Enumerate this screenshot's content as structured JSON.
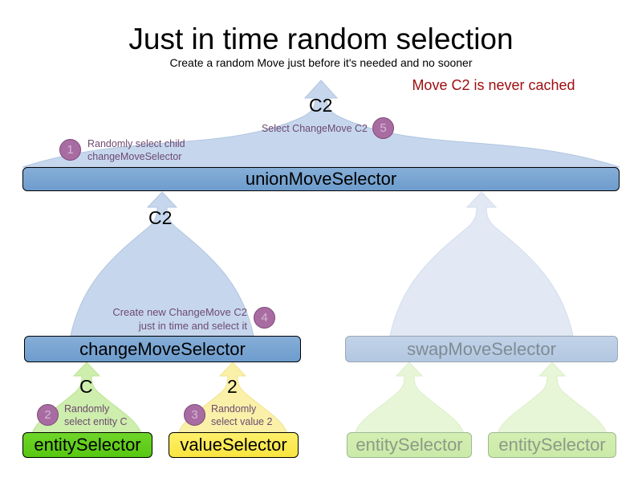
{
  "header": {
    "title": "Just in time random selection",
    "subtitle": "Create a random Move just before it's needed and no sooner",
    "warning": "Move C2 is never cached",
    "warning_color": "#a00d11"
  },
  "colors": {
    "hood_blue": "#c6d7ed",
    "bar_blue": "#7da7d4",
    "hood_green": "#cdeeac",
    "bar_green": "#63d420",
    "hood_yellow": "#faf0a8",
    "bar_yellow": "#fbe94e",
    "faded_hood_blue": "#e2e9f4",
    "faded_bar_blue": "#b8cbe3",
    "faded_hood_green": "#e7f6d7",
    "faded_bar_green": "#cfeeb0",
    "step_circle": "#a86ca3",
    "step_circle_border": "#7d4a78",
    "note_text": "#6e4a70"
  },
  "nodes": {
    "union": {
      "label": "unionMoveSelector",
      "hood_label": "C2",
      "faded": false
    },
    "change": {
      "label": "changeMoveSelector",
      "hood_label": "C2",
      "faded": false
    },
    "swap": {
      "label": "swapMoveSelector",
      "hood_label": "",
      "faded": true
    },
    "entity": {
      "label": "entitySelector",
      "hood_label": "C",
      "faded": false
    },
    "value": {
      "label": "valueSelector",
      "hood_label": "2",
      "faded": false
    },
    "swap_entity_1": {
      "label": "entitySelector",
      "hood_label": "",
      "faded": true
    },
    "swap_entity_2": {
      "label": "entitySelector",
      "hood_label": "",
      "faded": true
    }
  },
  "steps": [
    {
      "number": "1",
      "lines": [
        "Randomly select child",
        "changeMoveSelector"
      ],
      "align": "left"
    },
    {
      "number": "2",
      "lines": [
        "Randomly",
        "select entity C"
      ],
      "align": "left"
    },
    {
      "number": "3",
      "lines": [
        "Randomly",
        "select value 2"
      ],
      "align": "left"
    },
    {
      "number": "4",
      "lines": [
        "Create new ChangeMove C2",
        "just in time and select it"
      ],
      "align": "right"
    },
    {
      "number": "5",
      "lines": [
        "Select ChangeMove C2"
      ],
      "align": "right"
    }
  ]
}
